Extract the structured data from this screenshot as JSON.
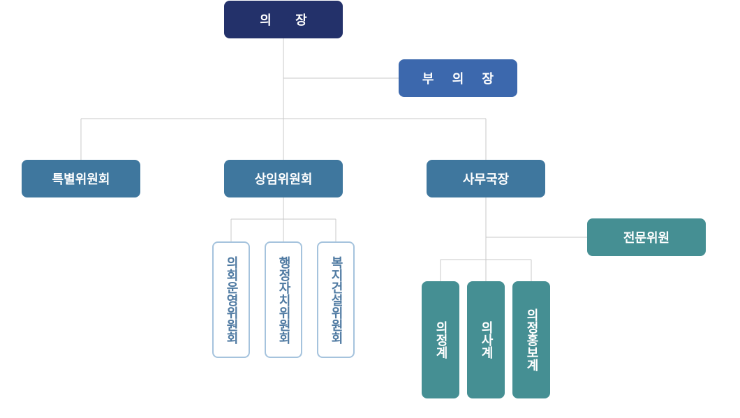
{
  "colors": {
    "navy": "#23316a",
    "blue": "#3c68ad",
    "steel": "#3f779e",
    "teal": "#458f93",
    "outline_border": "#a5c3dd",
    "outline_text": "#4f7aa2",
    "connector": "#c8c8c8"
  },
  "org": {
    "chairman": "의 장",
    "vice_chairman": "부 의 장",
    "special_committee": "특별위원회",
    "standing_committee": "상임위원회",
    "secretary_general": "사무국장",
    "committees": [
      "의회운영위원회",
      "행정자치위원회",
      "복지건설위원회"
    ],
    "expert_member": "전문위원",
    "divisions": [
      "의정계",
      "의사계",
      "의정홍보계"
    ]
  }
}
